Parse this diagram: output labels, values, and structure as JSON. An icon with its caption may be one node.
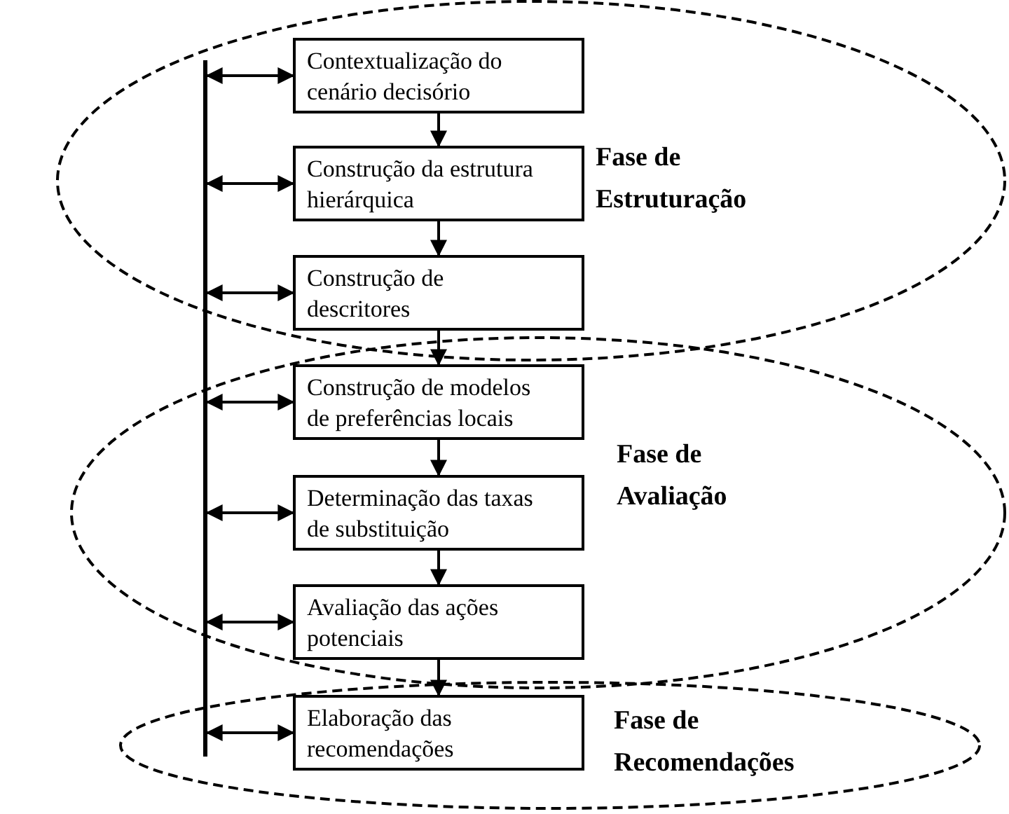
{
  "diagram": {
    "nodes": [
      {
        "text": [
          "Fase de Estruturação"
        ]
      },
      {
        "text": [
          "Contextualização do cenário decisório"
        ],
        "in": 0
      },
      {
        "text": [
          "Construção da estrutura hierárquica"
        ],
        "in": 0
      },
      {
        "text": [
          "Construção de descritores"
        ],
        "in": 0
      },
      {
        "text": [
          "Fase de Avaliação"
        ]
      },
      {
        "text": [
          "Construção de modelos de preferências locais"
        ],
        "in": 4
      },
      {
        "text": [
          "Determinação das taxas de substituição"
        ],
        "in": 4
      },
      {
        "text": [
          "Avaliação das ações potenciais"
        ],
        "in": 4
      },
      {
        "text": [
          "Fase de Recomendações"
        ]
      },
      {
        "text": [
          "Elaboração das recomendações"
        ],
        "in": 8
      },
      {
        "text": [],
        "shape": "bar"
      }
    ],
    "edges": [
      {
        "from": 1,
        "to": 2,
        "arrow": "to"
      },
      {
        "from": 2,
        "to": 3,
        "arrow": "to"
      },
      {
        "from": 3,
        "to": 5,
        "arrow": "to"
      },
      {
        "from": 5,
        "to": 6,
        "arrow": "to"
      },
      {
        "from": 6,
        "to": 7,
        "arrow": "to"
      },
      {
        "from": 7,
        "to": 9,
        "arrow": "to"
      },
      {
        "from": 10,
        "to": 1,
        "arrow": "both"
      },
      {
        "from": 10,
        "to": 2,
        "arrow": "both"
      },
      {
        "from": 10,
        "to": 3,
        "arrow": "both"
      },
      {
        "from": 10,
        "to": 5,
        "arrow": "both"
      },
      {
        "from": 10,
        "to": 6,
        "arrow": "both"
      },
      {
        "from": 10,
        "to": 7,
        "arrow": "both"
      },
      {
        "from": 10,
        "to": 9,
        "arrow": "both"
      }
    ]
  }
}
